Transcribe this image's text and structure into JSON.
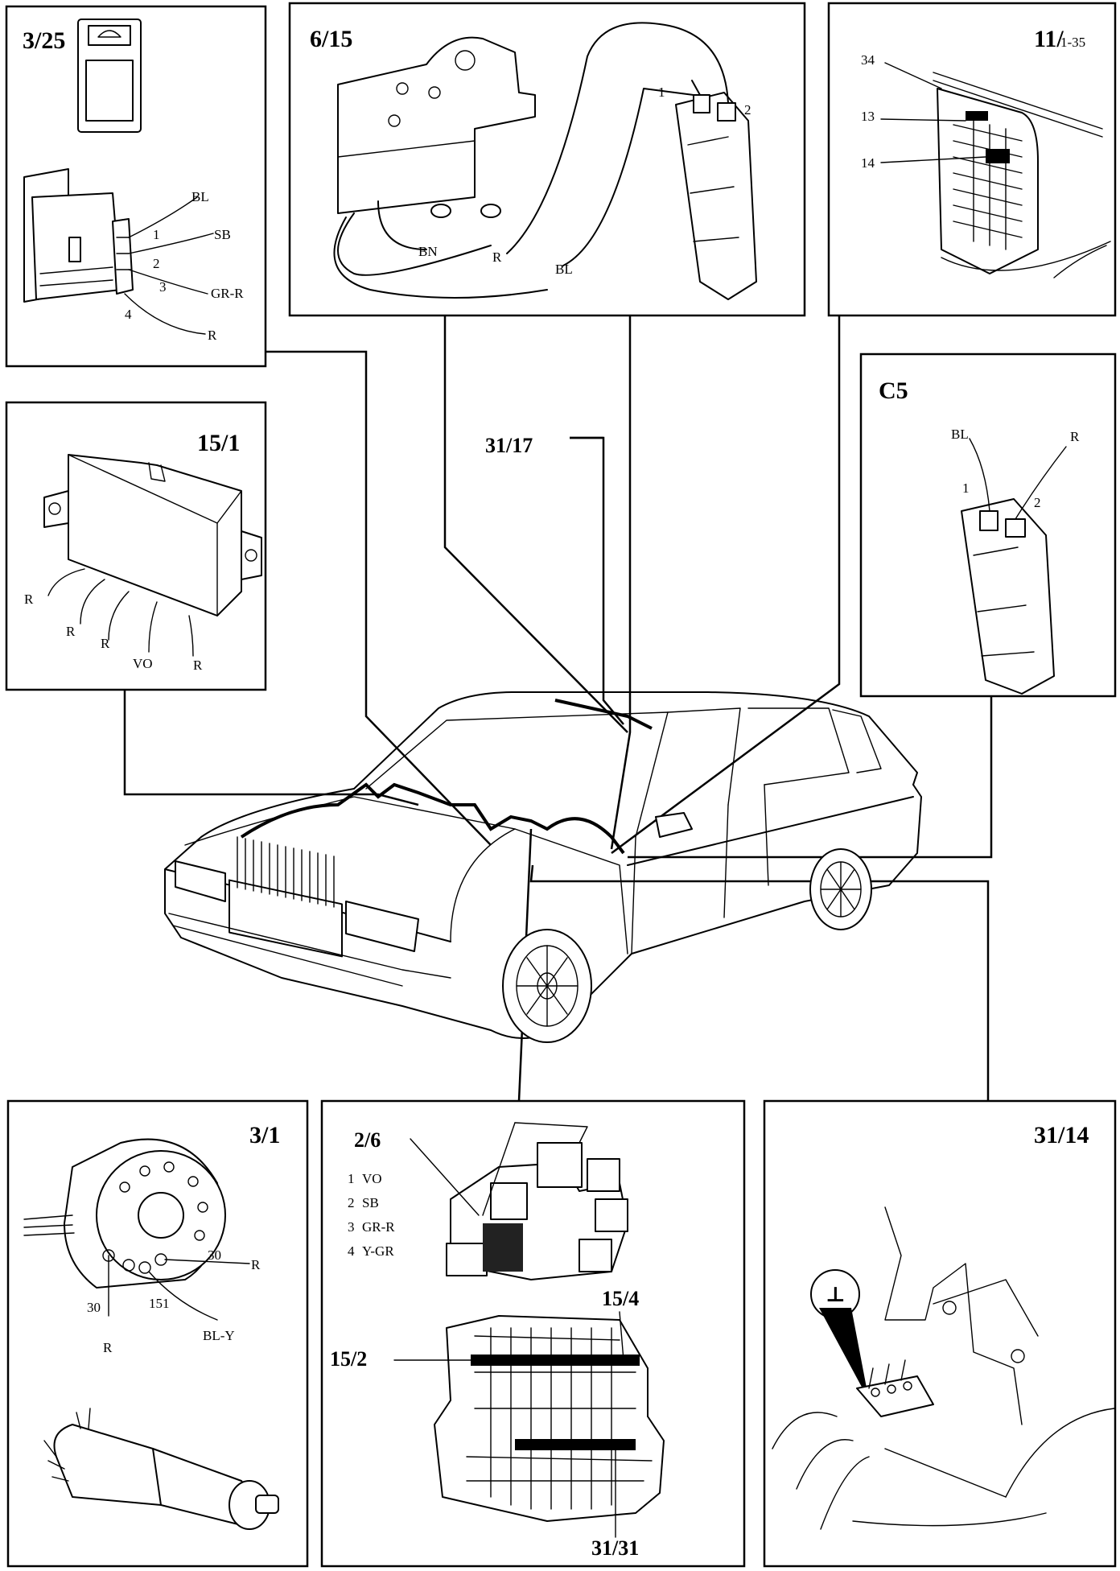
{
  "panels": {
    "p325": {
      "title": "3/25",
      "wires": [
        "BL",
        "SB",
        "GR-R",
        "R"
      ],
      "pins": [
        "1",
        "2",
        "3",
        "4"
      ]
    },
    "p615": {
      "title": "6/15",
      "wires": [
        "BN",
        "R",
        "BL"
      ],
      "pins": [
        "1",
        "2"
      ]
    },
    "p11": {
      "title": "11/",
      "title_suffix": "1-35",
      "fuses": [
        "34",
        "13",
        "14"
      ]
    },
    "pC5": {
      "title": "C5",
      "wires": [
        "BL",
        "R"
      ],
      "pins": [
        "1",
        "2"
      ]
    },
    "p151": {
      "title": "15/1",
      "wires": [
        "R",
        "R",
        "R",
        "VO",
        "R"
      ]
    },
    "p31": {
      "title": "3/1",
      "terminals": [
        "30",
        "151",
        "30"
      ],
      "wires": [
        "R",
        "BL-Y",
        "R"
      ]
    },
    "p26": {
      "title": "2/6",
      "pin_list": [
        {
          "pin": "1",
          "color": "VO"
        },
        {
          "pin": "2",
          "color": "SB"
        },
        {
          "pin": "3",
          "color": "GR-R"
        },
        {
          "pin": "4",
          "color": "Y-GR"
        }
      ],
      "sub_labels": [
        "15/4",
        "15/2",
        "31/31"
      ]
    },
    "p3114": {
      "title": "31/14",
      "ground_symbol": "⊥"
    }
  },
  "callouts": {
    "c3117": "31/17"
  }
}
